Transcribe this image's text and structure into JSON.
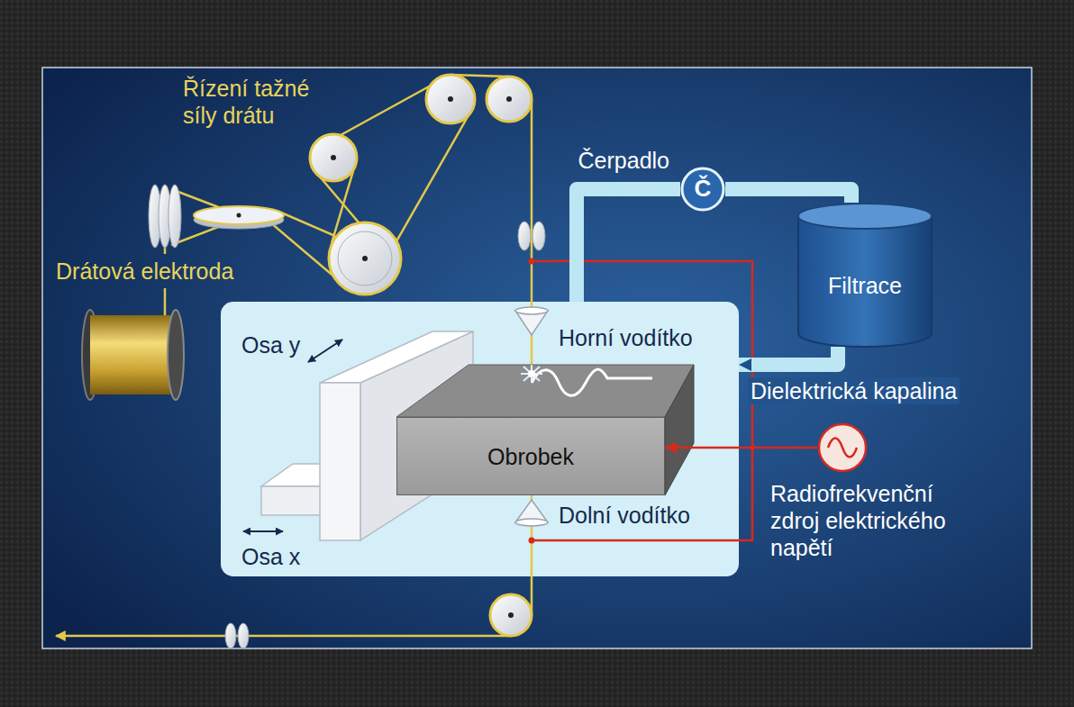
{
  "diagram": {
    "nodes": [
      {
        "text": [
          "Čerpadlo",
          "Č"
        ]
      },
      {
        "text": [
          "Filtrace"
        ]
      },
      {
        "text": [
          "Dielektrická kapalina"
        ]
      },
      {
        "text": [
          "Obrobek"
        ],
        "in": 2
      },
      {
        "text": [
          "Radiofrekvenční zdroj elektrického napětí"
        ]
      }
    ],
    "edges": [
      {
        "from": 2,
        "to": 0,
        "arrow": "none"
      },
      {
        "from": 0,
        "to": 1,
        "arrow": "none"
      },
      {
        "from": 1,
        "to": 2,
        "arrow": "to"
      },
      {
        "from": 4,
        "to": 3,
        "arrow": "to"
      }
    ],
    "labels": [
      "Řízení tažné síly drátu",
      "Drátová elektroda",
      "Osa y",
      "Horní vodítko",
      "Dolní vodítko",
      "Osa x"
    ]
  }
}
